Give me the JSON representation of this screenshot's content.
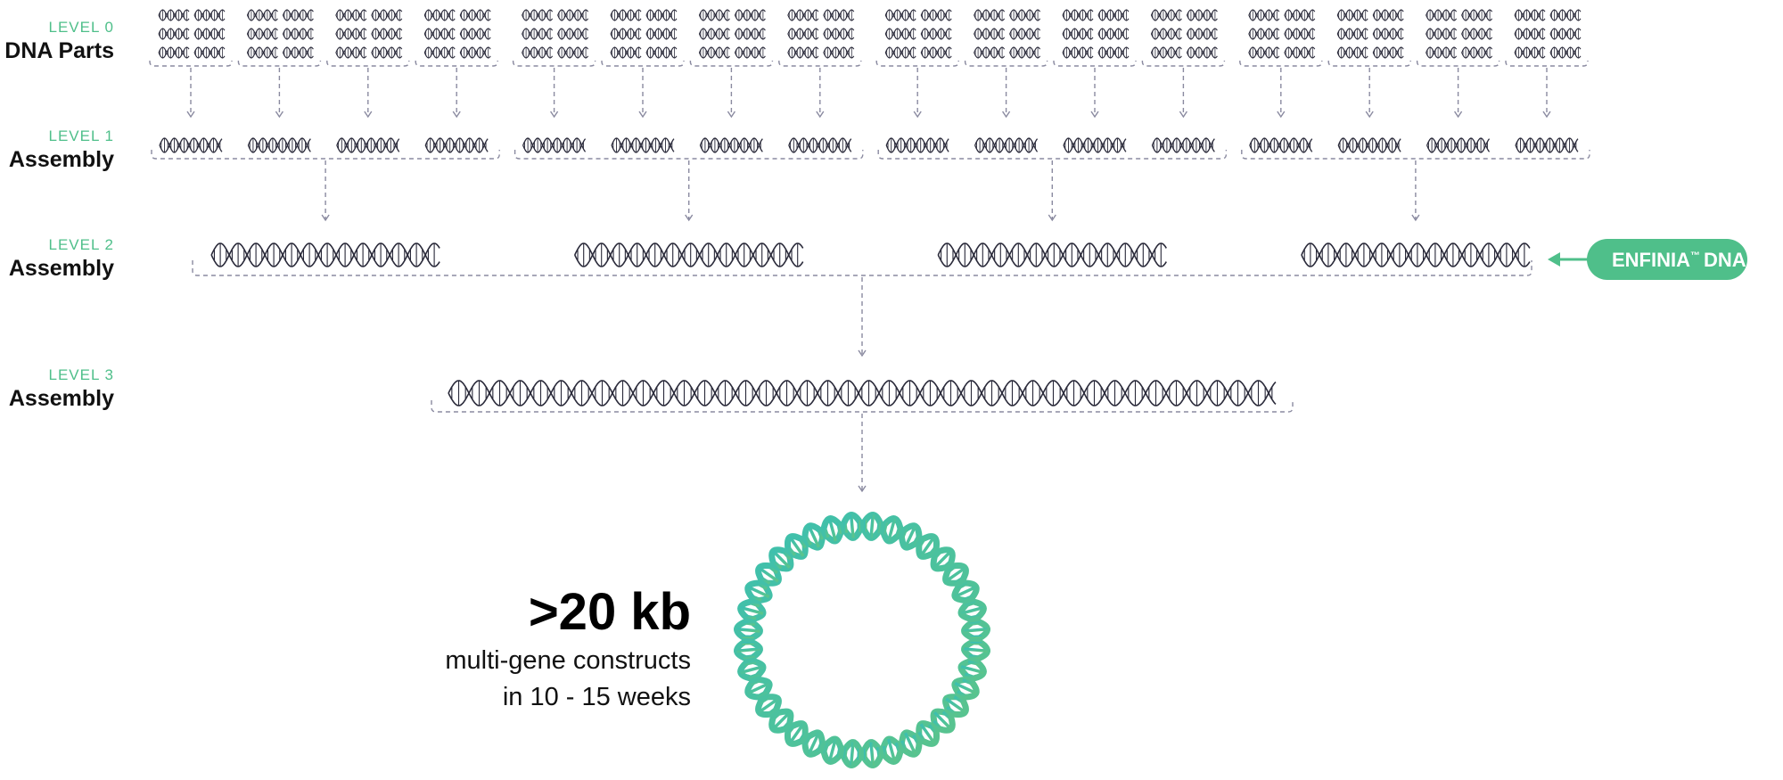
{
  "levels": [
    {
      "tag": "LEVEL 0",
      "name": "DNA Parts"
    },
    {
      "tag": "LEVEL 1",
      "name": "Assembly"
    },
    {
      "tag": "LEVEL 2",
      "name": "Assembly"
    },
    {
      "tag": "LEVEL 3",
      "name": "Assembly"
    }
  ],
  "badge": {
    "text": "ENFINIA",
    "tm": "™",
    "suffix": "DNA"
  },
  "result": {
    "headline": ">20 kb",
    "line1": "multi-gene constructs",
    "line2": "in 10 - 15 weeks"
  },
  "colors": {
    "accent": "#4fbf8a",
    "teal": "#3cbfb0",
    "helix": "#2a2a3a",
    "dashed": "#8a8aa0"
  }
}
